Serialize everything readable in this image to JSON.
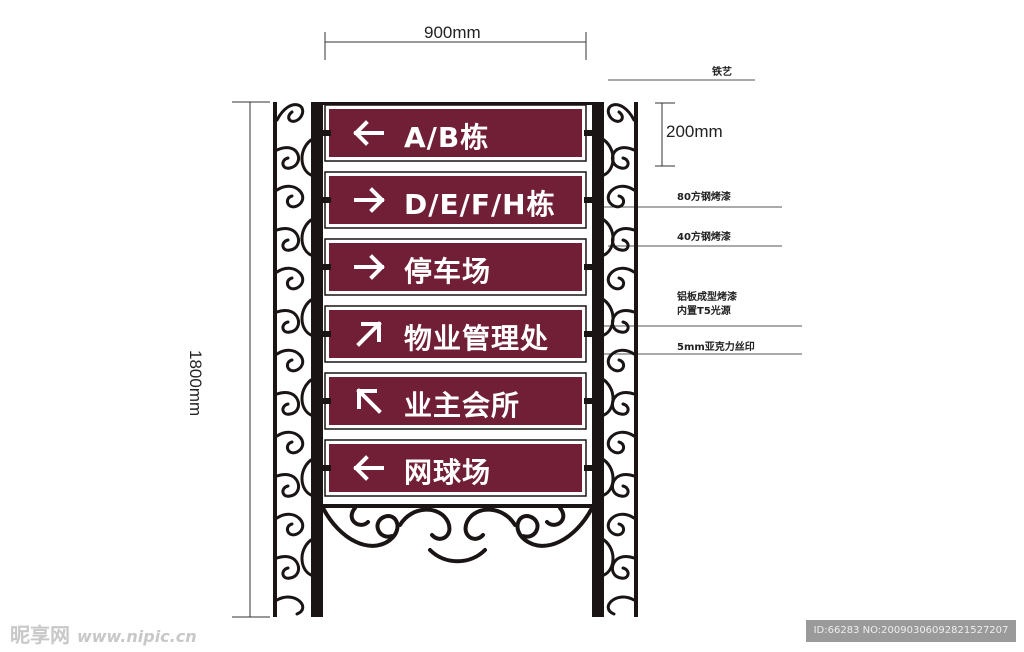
{
  "dimensions": {
    "width_label": "900mm",
    "height_label": "1800mm",
    "panel_height_label": "200mm"
  },
  "signs": [
    {
      "arrow": "left-arrow",
      "text": "A/B栋"
    },
    {
      "arrow": "right-arrow",
      "text": "D/E/F/H栋"
    },
    {
      "arrow": "right-arrow",
      "text": "停车场"
    },
    {
      "arrow": "up-right-arrow",
      "text": "物业管理处"
    },
    {
      "arrow": "up-left-arrow",
      "text": "业主会所"
    },
    {
      "arrow": "left-arrow",
      "text": "网球场"
    }
  ],
  "notes": {
    "iron_art": "铁艺",
    "tube_80": "80方钢烤漆",
    "tube_40": "40方钢烤漆",
    "aluminum_line1": "铝板成型烤漆",
    "aluminum_line2": "内置T5光源",
    "acrylic": "5mm亚克力丝印"
  },
  "colors": {
    "sign_fill": "#701f36",
    "frame": "#1a1414",
    "ironwork": "#1a1414"
  },
  "watermark": {
    "left_brand": "昵享网",
    "left_url": "www.nipic.cn",
    "right_id": "ID:66283 NO:20090306092821527207"
  }
}
